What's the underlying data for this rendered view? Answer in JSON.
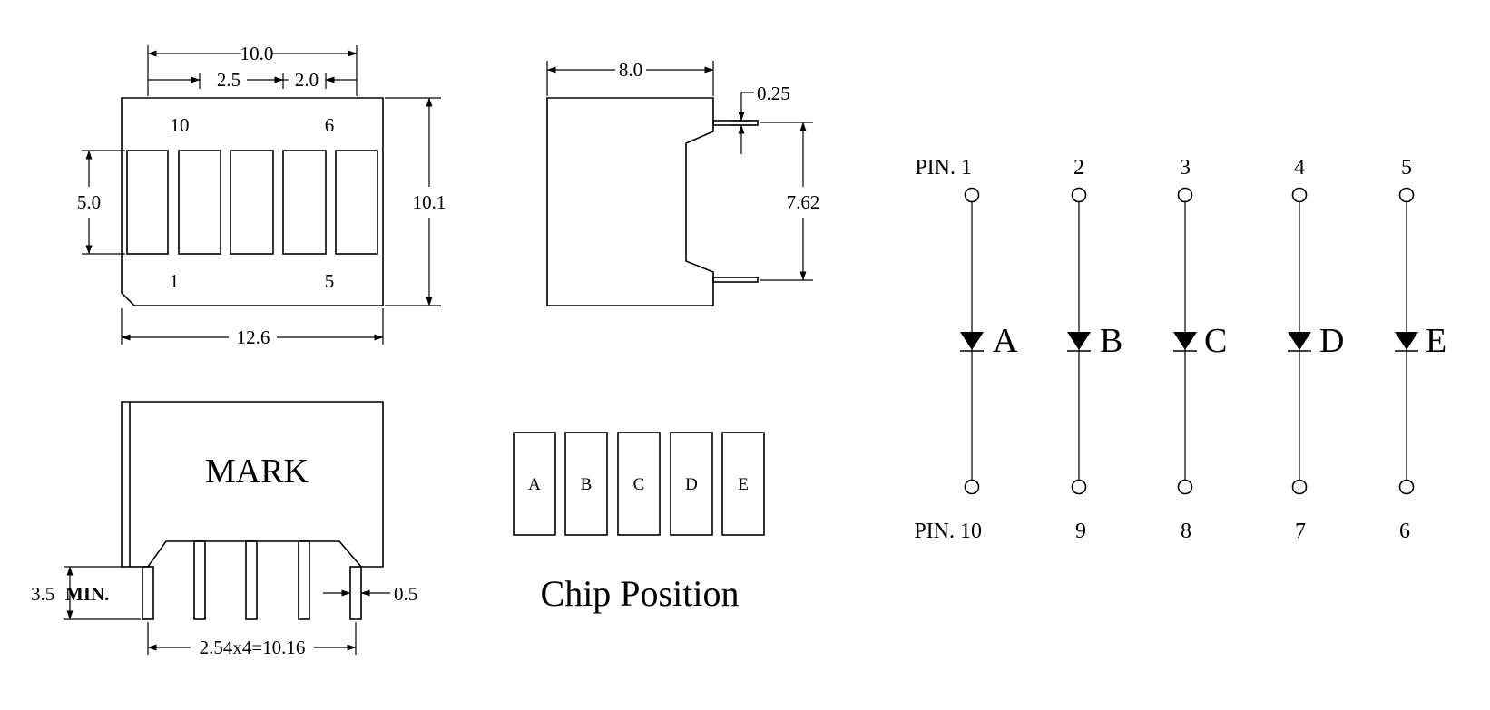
{
  "top_view": {
    "dims": {
      "width_top": "10.0",
      "pitch": "2.5",
      "seg_width": "2.0",
      "seg_height": "5.0",
      "height": "10.1",
      "width_bottom": "12.6"
    },
    "pin_labels": {
      "top_left": "10",
      "top_right": "6",
      "bottom_left": "1",
      "bottom_right": "5"
    }
  },
  "side_view": {
    "dims": {
      "width": "8.0",
      "lead_thickness": "0.25",
      "lead_spacing": "7.62"
    }
  },
  "front_view": {
    "mark": "MARK",
    "dims": {
      "lead_length": "3.5",
      "lead_length_suffix": "MIN.",
      "lead_width": "0.5",
      "lead_pitch": "2.54x4=10.16"
    }
  },
  "chip_position": {
    "title": "Chip Position",
    "chips": [
      "A",
      "B",
      "C",
      "D",
      "E"
    ]
  },
  "schematic": {
    "top_pins": [
      "PIN. 1",
      "2",
      "3",
      "4",
      "5"
    ],
    "bottom_pins": [
      "PIN. 10",
      "9",
      "8",
      "7",
      "6"
    ],
    "leds": [
      "A",
      "B",
      "C",
      "D",
      "E"
    ]
  }
}
